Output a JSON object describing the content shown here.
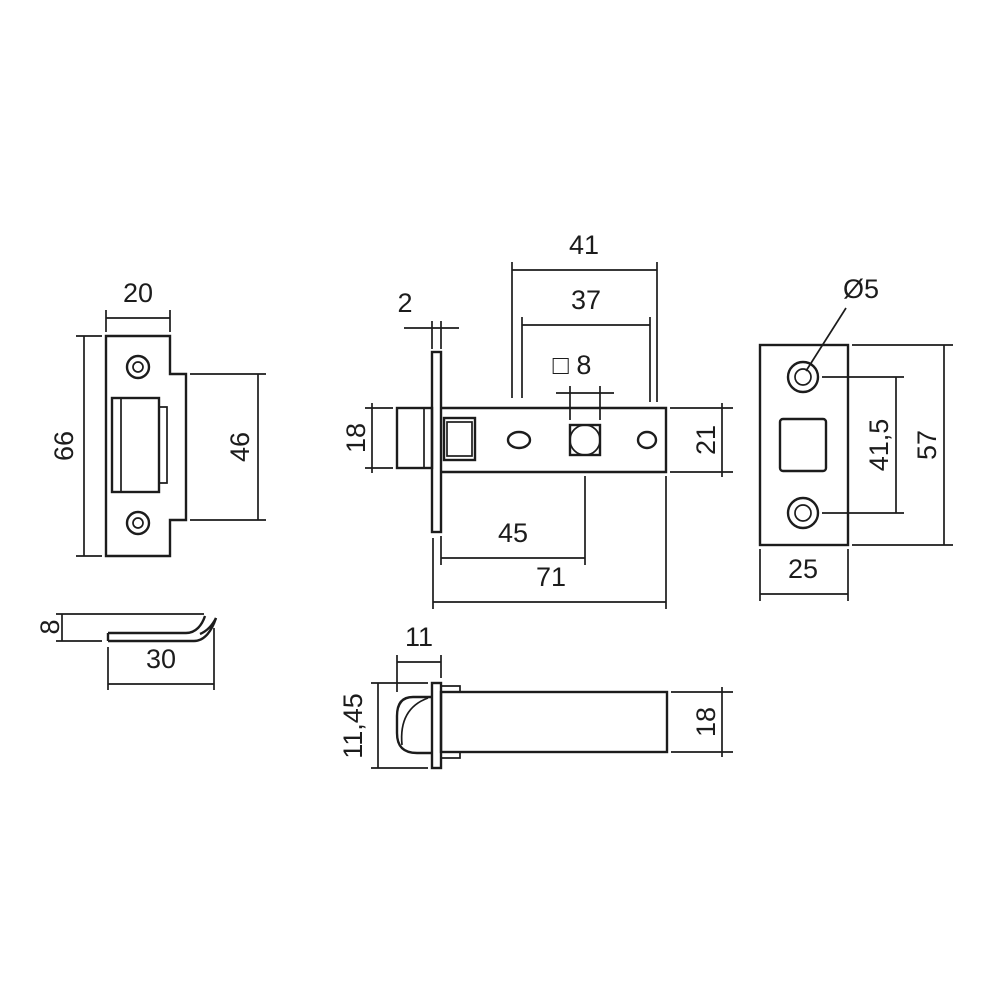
{
  "colors": {
    "line": "#1c1c1c",
    "background": "#ffffff"
  },
  "views": {
    "strike_plate_front": {
      "dims": {
        "width": "20",
        "height": "66",
        "flange_height": "46"
      }
    },
    "strike_lip_profile": {
      "dims": {
        "thickness": "8",
        "width": "30"
      }
    },
    "latch_side": {
      "dims": {
        "faceplate_thickness": "2",
        "top_length": "41",
        "hole_span": "37",
        "spindle_square": "□ 8",
        "bolt_height": "18",
        "case_height": "21",
        "backset": "45",
        "overall_length": "71"
      }
    },
    "latch_top": {
      "dims": {
        "bolt_width": "11",
        "profile_height": "11,45",
        "case_width": "18"
      }
    },
    "faceplate_front": {
      "dims": {
        "screw_hole_dia": "Ø5",
        "height": "57",
        "screw_spacing": "41,5",
        "width": "25"
      }
    }
  }
}
